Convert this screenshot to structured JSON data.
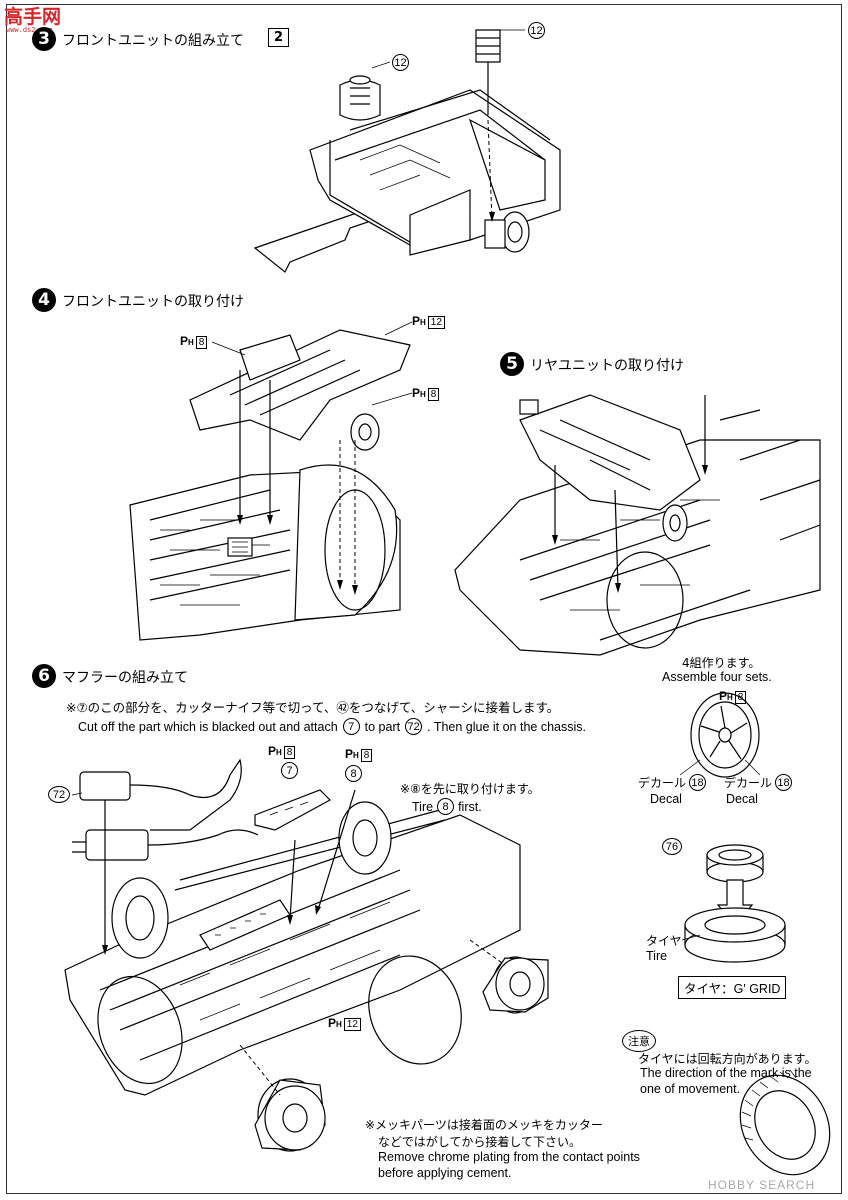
{
  "watermark_logo": {
    "main": "高手网",
    "sub": "www.ds2.com"
  },
  "step3": {
    "number": "3",
    "title_jp": "フロントユニットの組み立て",
    "sub_number": "2"
  },
  "step4": {
    "number": "4",
    "title_jp": "フロントユニットの取り付け"
  },
  "step5": {
    "number": "5",
    "title_jp": "リヤユニットの取り付け"
  },
  "step6": {
    "number": "6",
    "title_jp": "マフラーの組み立て",
    "note_jp": "※⑦のこの部分を、カッターナイフ等で切って、㊷をつなげて、シャーシに接着します。",
    "note_en_before": "Cut off the part which is blacked out and attach",
    "note_en_mid": "to part",
    "note_en_after": ". Then glue it on the chassis.",
    "tire_first_jp": "※⑧を先に取り付けます。",
    "tire_first_en": "Tire",
    "tire_first_en_after": "first."
  },
  "parts": {
    "p12": "12",
    "p7": "7",
    "p8": "8",
    "p72": "72",
    "p76": "76",
    "p18": "18"
  },
  "paint_codes": {
    "ph_prefix": "P",
    "ph_sub": "H",
    "ph8": "8",
    "ph12": "12"
  },
  "wheel_panel": {
    "sets_jp": "4組作ります。",
    "sets_en": "Assemble four sets.",
    "decal_jp": "デカール",
    "decal_en": "Decal",
    "tire_jp": "タイヤ",
    "tire_en": "Tire",
    "tire_box": "タイヤ：G' GRID"
  },
  "caution": {
    "label": "注意",
    "jp": "タイヤには回転方向があります。",
    "en_line1": "The direction of the mark is the",
    "en_line2": "one of movement."
  },
  "chrome_note": {
    "jp_line1": "※メッキパーツは接着面のメッキをカッター",
    "jp_line2": "などではがしてから接着して下さい。",
    "en_line1": "Remove chrome plating from the contact points",
    "en_line2": "before applying cement."
  },
  "footer_watermark": "HOBBY SEARCH"
}
